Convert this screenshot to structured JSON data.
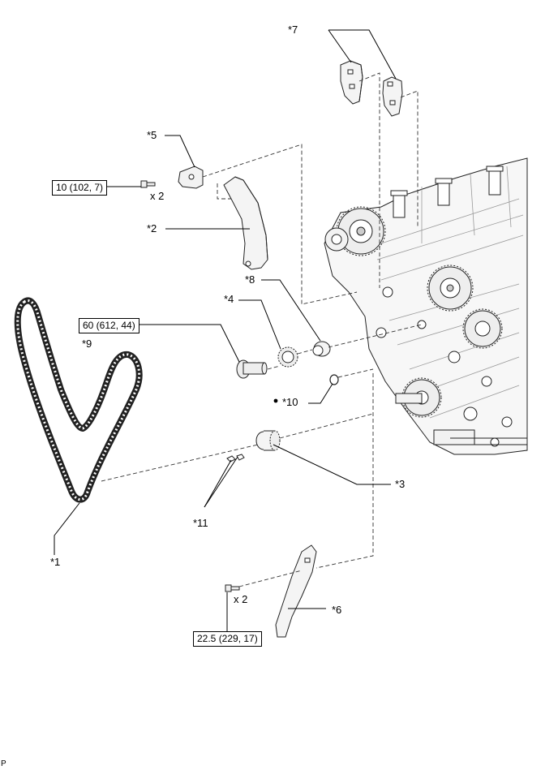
{
  "callouts": {
    "c1": "*1",
    "c2": "*2",
    "c3": "*3",
    "c4": "*4",
    "c5": "*5",
    "c6": "*6",
    "c7": "*7",
    "c8": "*8",
    "c9": "*9",
    "c10": "*10",
    "c11": "*11"
  },
  "torques": {
    "t1": "10 (102, 7)",
    "t2": "60 (612, 44)",
    "t3": "22.5 (229, 17)"
  },
  "quantities": {
    "q1": "x 2",
    "q2": "x 2"
  },
  "footer": "P"
}
